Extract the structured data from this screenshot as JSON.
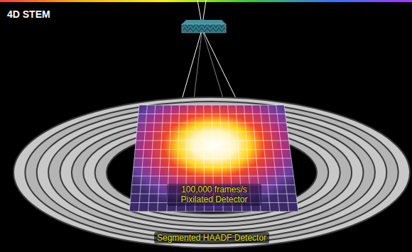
{
  "diagram": {
    "title": "4D STEM",
    "nodes": [
      {
        "text": [
          "Segmented HAADF Detector"
        ]
      },
      {
        "text": [
          "100,000 frames/s Pixilated Detector"
        ],
        "in": 0
      }
    ]
  }
}
